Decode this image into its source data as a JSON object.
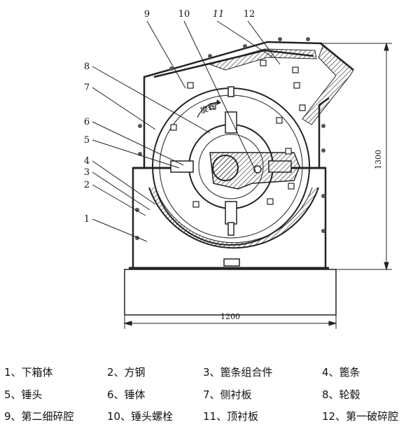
{
  "dimensions": {
    "height": "1300",
    "width": "1200"
  },
  "callouts": [
    "1",
    "2",
    "3",
    "4",
    "5",
    "6",
    "7",
    "8",
    "9",
    "10",
    "11",
    "12"
  ],
  "rotation_label": "旋转",
  "legend": [
    [
      "1、下箱体",
      "2、方钢",
      "3、篦条组合件",
      "4、篦条"
    ],
    [
      "5、锤头",
      "6、锤体",
      "7、侧衬板",
      "8、轮毂"
    ],
    [
      "9、第二细碎腔",
      "10、锤头螺栓",
      "11、顶衬板",
      "12、第一破碎腔"
    ]
  ]
}
